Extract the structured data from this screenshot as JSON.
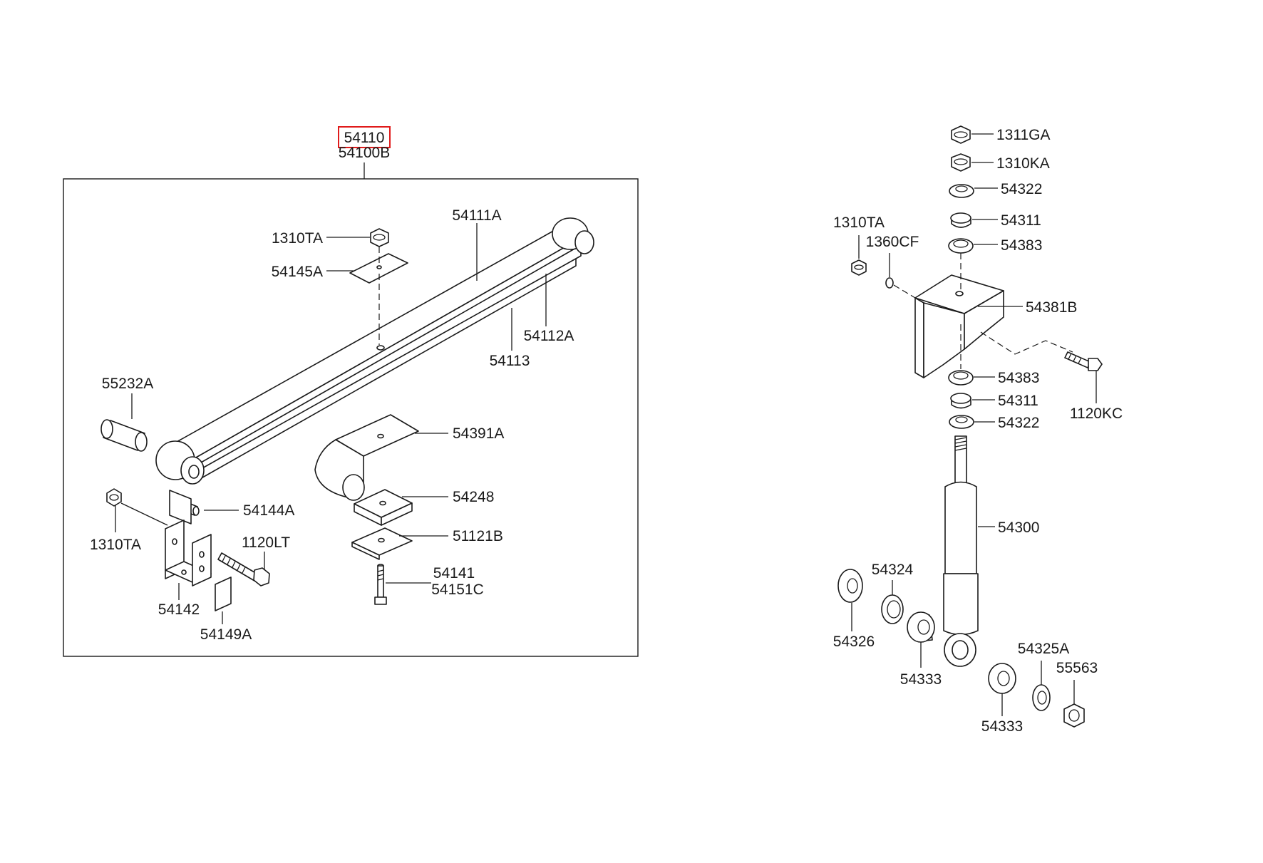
{
  "assembly": {
    "highlighted_part": "54110",
    "assembly_part": "54100B"
  },
  "leaf_spring_group": {
    "main_leaf": "54111A",
    "second_leaf": "54112A",
    "third_leaf": "54113",
    "top_nut": "1310TA",
    "top_plate": "54145A",
    "front_bushing": "55232A",
    "shackle_pin": "54144A",
    "shackle_nut": "1310TA",
    "shackle_bolt": "1120LT",
    "shackle": "54142",
    "shackle_plate": "54149A",
    "u_bolt_seat": "54391A",
    "spacer_plate": "54248",
    "lower_plate": "51121B",
    "u_bolt_a": "54141",
    "u_bolt_b": "54151C"
  },
  "shock_absorber_group": {
    "top_nut": "1311GA",
    "lock_nut": "1310KA",
    "upper_washer": "54322",
    "upper_bushing": "54311",
    "upper_retainer": "54383",
    "bracket_nut": "1310TA",
    "bracket_washer": "1360CF",
    "bracket": "54381B",
    "bracket_bolt": "1120KC",
    "lower_retainer": "54383",
    "lower_bushing": "54311",
    "lower_washer": "54322",
    "shock_absorber": "54300",
    "outer_washer": "54326",
    "inner_washer": "54324",
    "eye_bushing_left": "54333",
    "eye_bushing_right": "54333",
    "eye_washer": "54325A",
    "eye_nut": "55563"
  }
}
